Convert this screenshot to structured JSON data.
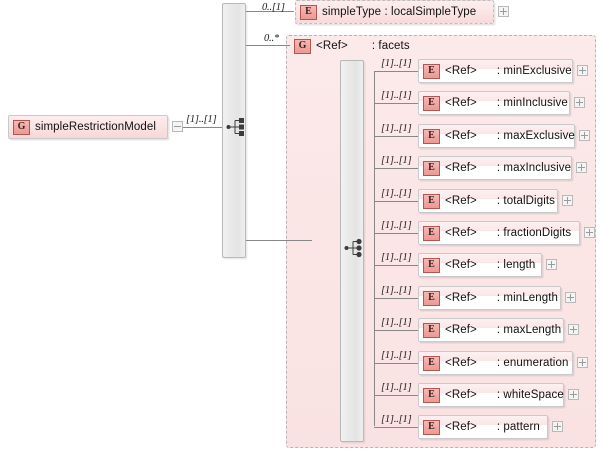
{
  "diagram": {
    "title": "simpleRestrictionModel XSD content model",
    "type": "xsd-content-model",
    "colors": {
      "node_fill": "#fae2e2",
      "badge_fill": "#f2a7a2",
      "badge_border": "#b4564f",
      "group_region_fill": "#fbe6e6",
      "group_region_border": "#b9b4b4",
      "compositor_fill": "#eaeaea",
      "line": "#888888"
    }
  },
  "root": {
    "badge": "G",
    "badge_name": "group-badge",
    "label": "simpleRestrictionModel",
    "cardinality": "[1]..[1]",
    "expander": "minus"
  },
  "sequence": {
    "icon_name": "sequence-compositor-icon",
    "kind": "sequence"
  },
  "choice": {
    "icon_name": "choice-compositor-icon",
    "kind": "sequence"
  },
  "simple_type": {
    "badge": "E",
    "badge_name": "element-badge",
    "label": "simpleType : localSimpleType",
    "ref": "",
    "name": "simpleType",
    "type": ": localSimpleType",
    "cardinality": "0..[1]",
    "expander": "plus",
    "optional": true
  },
  "facets_group": {
    "badge": "G",
    "badge_name": "group-badge",
    "ref": "<Ref>",
    "type": ": facets",
    "cardinality": "0..*"
  },
  "facets": [
    {
      "badge": "E",
      "ref": "<Ref>",
      "type": ": minExclusive",
      "cardinality": "[1]..[1]",
      "expander": "plus",
      "width": 155
    },
    {
      "badge": "E",
      "ref": "<Ref>",
      "type": ": minInclusive",
      "cardinality": "[1]..[1]",
      "expander": "plus",
      "width": 152
    },
    {
      "badge": "E",
      "ref": "<Ref>",
      "type": ": maxExclusive",
      "cardinality": "[1]..[1]",
      "expander": "plus",
      "width": 157
    },
    {
      "badge": "E",
      "ref": "<Ref>",
      "type": ": maxInclusive",
      "cardinality": "[1]..[1]",
      "expander": "plus",
      "width": 154
    },
    {
      "badge": "E",
      "ref": "<Ref>",
      "type": ": totalDigits",
      "cardinality": "[1]..[1]",
      "expander": "plus",
      "width": 140
    },
    {
      "badge": "E",
      "ref": "<Ref>",
      "type": ": fractionDigits",
      "cardinality": "[1]..[1]",
      "expander": "plus",
      "width": 162
    },
    {
      "badge": "E",
      "ref": "<Ref>",
      "type": ": length",
      "cardinality": "[1]..[1]",
      "expander": "plus",
      "width": 124
    },
    {
      "badge": "E",
      "ref": "<Ref>",
      "type": ": minLength",
      "cardinality": "[1]..[1]",
      "expander": "plus",
      "width": 143
    },
    {
      "badge": "E",
      "ref": "<Ref>",
      "type": ": maxLength",
      "cardinality": "[1]..[1]",
      "expander": "plus",
      "width": 146
    },
    {
      "badge": "E",
      "ref": "<Ref>",
      "type": ": enumeration",
      "cardinality": "[1]..[1]",
      "expander": "plus",
      "width": 155
    },
    {
      "badge": "E",
      "ref": "<Ref>",
      "type": ": whiteSpace",
      "cardinality": "[1]..[1]",
      "expander": "plus",
      "width": 146
    },
    {
      "badge": "E",
      "ref": "<Ref>",
      "type": ": pattern",
      "cardinality": "[1]..[1]",
      "expander": "plus",
      "width": 130
    }
  ]
}
